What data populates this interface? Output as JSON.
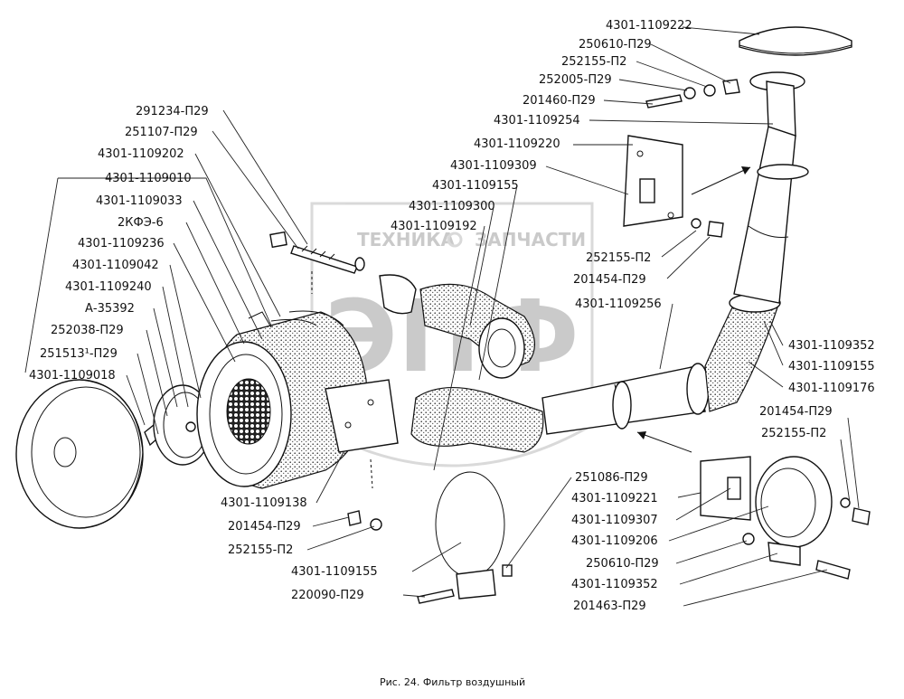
{
  "watermark": {
    "top_left": "ТЕХНИКА",
    "top_right": "ЗАПЧАСТИ",
    "main": "ЭПФ"
  },
  "caption": "Рис. 24. Фильтр воздушный",
  "labels": {
    "p4301_1109222": "4301-1109222",
    "p250610_top": "250610-П29",
    "p252155_top": "252155-П2",
    "p252005": "252005-П29",
    "p201460": "201460-П29",
    "p4301_1109254": "4301-1109254",
    "p4301_1109220": "4301-1109220",
    "p4301_1109309": "4301-1109309",
    "p4301_1109155_top": "4301-1109155",
    "p4301_1109300": "4301-1109300",
    "p4301_1109192": "4301-1109192",
    "p252155_mid": "252155-П2",
    "p201454_mid": "201454-П29",
    "p4301_1109256": "4301-1109256",
    "p291234": "291234-П29",
    "p251107": "251107-П29",
    "p4301_1109202": "4301-1109202",
    "p4301_1109010": "4301-1109010",
    "p4301_1109033": "4301-1109033",
    "p2kfe6": "2КФЭ-6",
    "p4301_1109236": "4301-1109236",
    "p4301_1109042": "4301-1109042",
    "p4301_1109240": "4301-1109240",
    "pa35392": "А-35392",
    "p252038": "252038-П29",
    "p251513": "251513¹-П29",
    "p4301_1109018": "4301-1109018",
    "p4301_1109352_r": "4301-1109352",
    "p4301_1109155_r": "4301-1109155",
    "p4301_1109176": "4301-1109176",
    "p201454_r": "201454-П29",
    "p252155_r": "252155-П2",
    "p251086": "251086-П29",
    "p4301_1109221": "4301-1109221",
    "p4301_1109307": "4301-1109307",
    "p4301_1109206": "4301-1109206",
    "p250610_r": "250610-П29",
    "p4301_1109352_b": "4301-1109352",
    "p201463": "201463-П29",
    "p4301_1109138": "4301-1109138",
    "p201454_b": "201454-П29",
    "p252155_b": "252155-П2",
    "p4301_1109155_b": "4301-1109155",
    "p220090": "220090-П29"
  }
}
